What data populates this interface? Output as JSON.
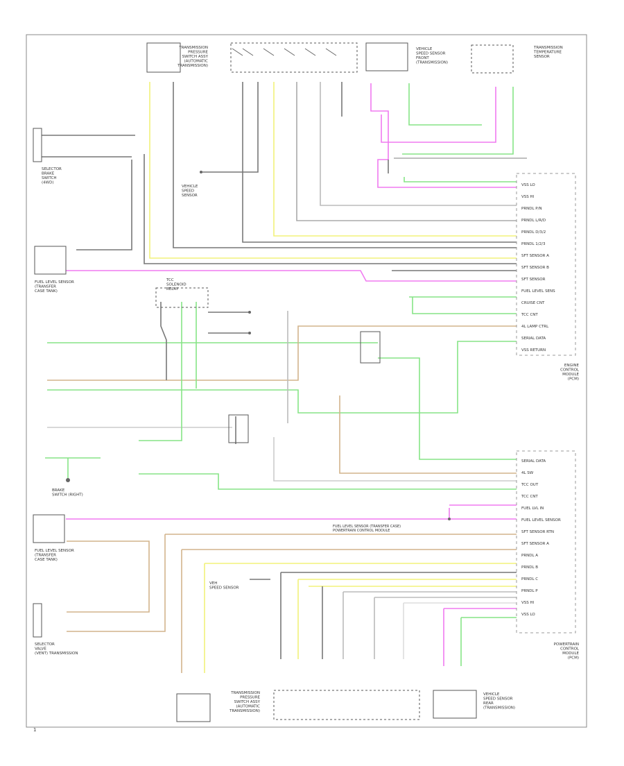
{
  "labels": {
    "center_left_box": "SELECTOR\nBRAKE\nSWITCH\n(4WD)",
    "fuel_level_sensor_top": "FUEL LEVEL SENSOR\n(TRANSFER\nCASE TANK)",
    "fuel_level_sensor_bottom": "FUEL LEVEL SENSOR\n(TRANSFER\nCASE TANK)",
    "selector_valve_bottom": "SELECTOR\nVALVE\n(VENT) TRANSMISSION",
    "brake_switch_bottom": "BRAKE\nSWITCH (RIGHT)",
    "vehicle_speed_sensor_top": "VEHICLE\nSPEED\nSENSOR",
    "vehicle_speed_sensor_bottom": "VEH\nSPEED SENSOR",
    "pressure_switch_top": "TRANSMISSION\nPRESSURE\nSWITCH ASSY\n(AUTOMATIC\nTRANSMISSION)",
    "pressure_switch_bottom": "TRANSMISSION\nPRESSURE\nSWITCH ASSY\n(AUTOMATIC\nTRANSMISSION)",
    "tcc_top": "TRANSMISSION\nTEMPERATURE\nSENSOR",
    "vehicle_speed_right_top": "VEHICLE\nSPEED SENSOR\nFRONT\n(TRANSMISSION)",
    "vehicle_speed_right_bottom": "VEHICLE\nSPEED SENSOR\nREAR\n(TRANSMISSION)",
    "pcm_top": "ENGINE\nCONTROL\nMODULE\n(PCM)",
    "pcm_bottom": "POWERTRAIN\nCONTROL\nMODULE\n(PCM)",
    "relay_center": "TCC\nSOLENOID\nRELAY",
    "bottom_note": "FUEL LEVEL SENSOR (TRANSFER CASE)\nPOWERTRAIN CONTROL MODULE"
  },
  "pin_labels_top": [
    "VSS LO",
    "VSS HI",
    "PRNDL P/N",
    "PRNDL L/R/D",
    "PRNDL D/3/2",
    "PRNDL 1/2/3",
    "SFT SENSOR A",
    "SFT SENSOR B",
    "SFT SENSOR",
    "FUEL LEVEL SENS",
    "CRUISE CNT",
    "TCC CNT",
    "4L LAMP CTRL",
    "SERIAL DATA",
    "VSS RETURN"
  ],
  "pin_labels_bottom": [
    "SERIAL DATA",
    "4L SW",
    "TCC OUT",
    "TCC CNT",
    "FUEL LVL IN",
    "FUEL LEVEL SENSOR",
    "SFT SENSOR RTN",
    "SFT SENSOR A",
    "PRNDL A",
    "PRNDL B",
    "PRNDL C",
    "PRNDL P",
    "VSS HI",
    "VSS LO"
  ],
  "colors": {
    "yellow": "#f2f27a",
    "pink": "#f07af0",
    "green": "#86e486",
    "tan": "#d2b48c",
    "gray": "#9a9a9a",
    "dark": "#4a4a4a",
    "lightgray": "#cfcfcf"
  },
  "footer_code": "1"
}
